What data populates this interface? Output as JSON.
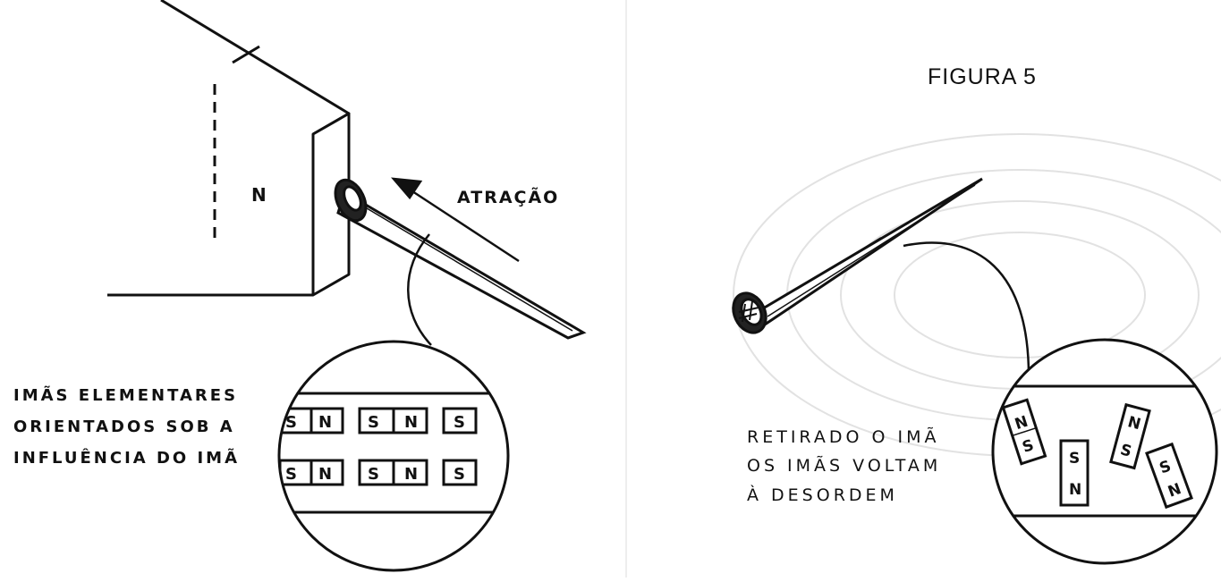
{
  "figure_title": "FIGURA 5",
  "left_diagram": {
    "pole_label": "N",
    "force_label": "ATRAÇÃO",
    "caption_lines": [
      "IMÃS ELEMENTARES",
      "ORIENTADOS SOB A",
      "INFLUÊNCIA DO IMÃ"
    ],
    "aligned_domains": {
      "row1": [
        "S",
        "N",
        "S",
        "N",
        "S"
      ],
      "row2": [
        "S",
        "N",
        "S",
        "N",
        "S"
      ]
    }
  },
  "right_diagram": {
    "caption_lines": [
      "RETIRADO O IMÃ",
      "OS IMÃS VOLTAM",
      "À DESORDEM"
    ],
    "random_domains": [
      {
        "top": "N",
        "bottom": "S"
      },
      {
        "top": "S",
        "bottom": "N"
      },
      {
        "top": "N",
        "bottom": "S"
      },
      {
        "top": "S",
        "bottom": "N"
      }
    ]
  }
}
